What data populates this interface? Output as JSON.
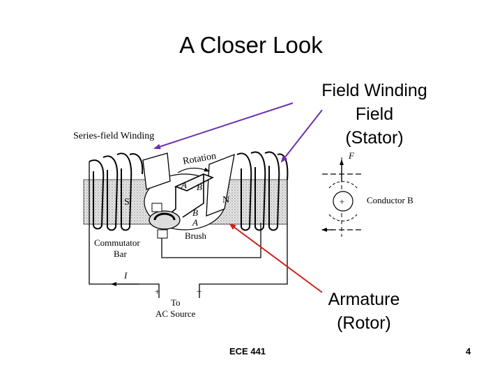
{
  "title": "A Closer Look",
  "callouts": {
    "field": [
      "Field Winding",
      "Field",
      "(Stator)"
    ],
    "armature": [
      "Armature",
      "(Rotor)"
    ]
  },
  "diagram_labels": {
    "series_field_winding": "Series-field Winding",
    "rotation": "Rotation",
    "pole_s": "S",
    "pole_n": "N",
    "a_top": "A",
    "b_top": "B",
    "b_mid": "B",
    "a_mid": "A",
    "brush": "Brush",
    "commutator_1": "Commutator",
    "commutator_2": "Bar",
    "current": "I",
    "plus": "+",
    "minus": "−",
    "source_1": "To",
    "source_2": "AC Source",
    "force": "F",
    "conductor": "Conductor B",
    "conductor_plus": "+"
  },
  "footer": {
    "course": "ECE 441",
    "page": "4"
  },
  "colors": {
    "field_arrow": "#6a2fb0",
    "armature_arrow": "#d0201a"
  }
}
